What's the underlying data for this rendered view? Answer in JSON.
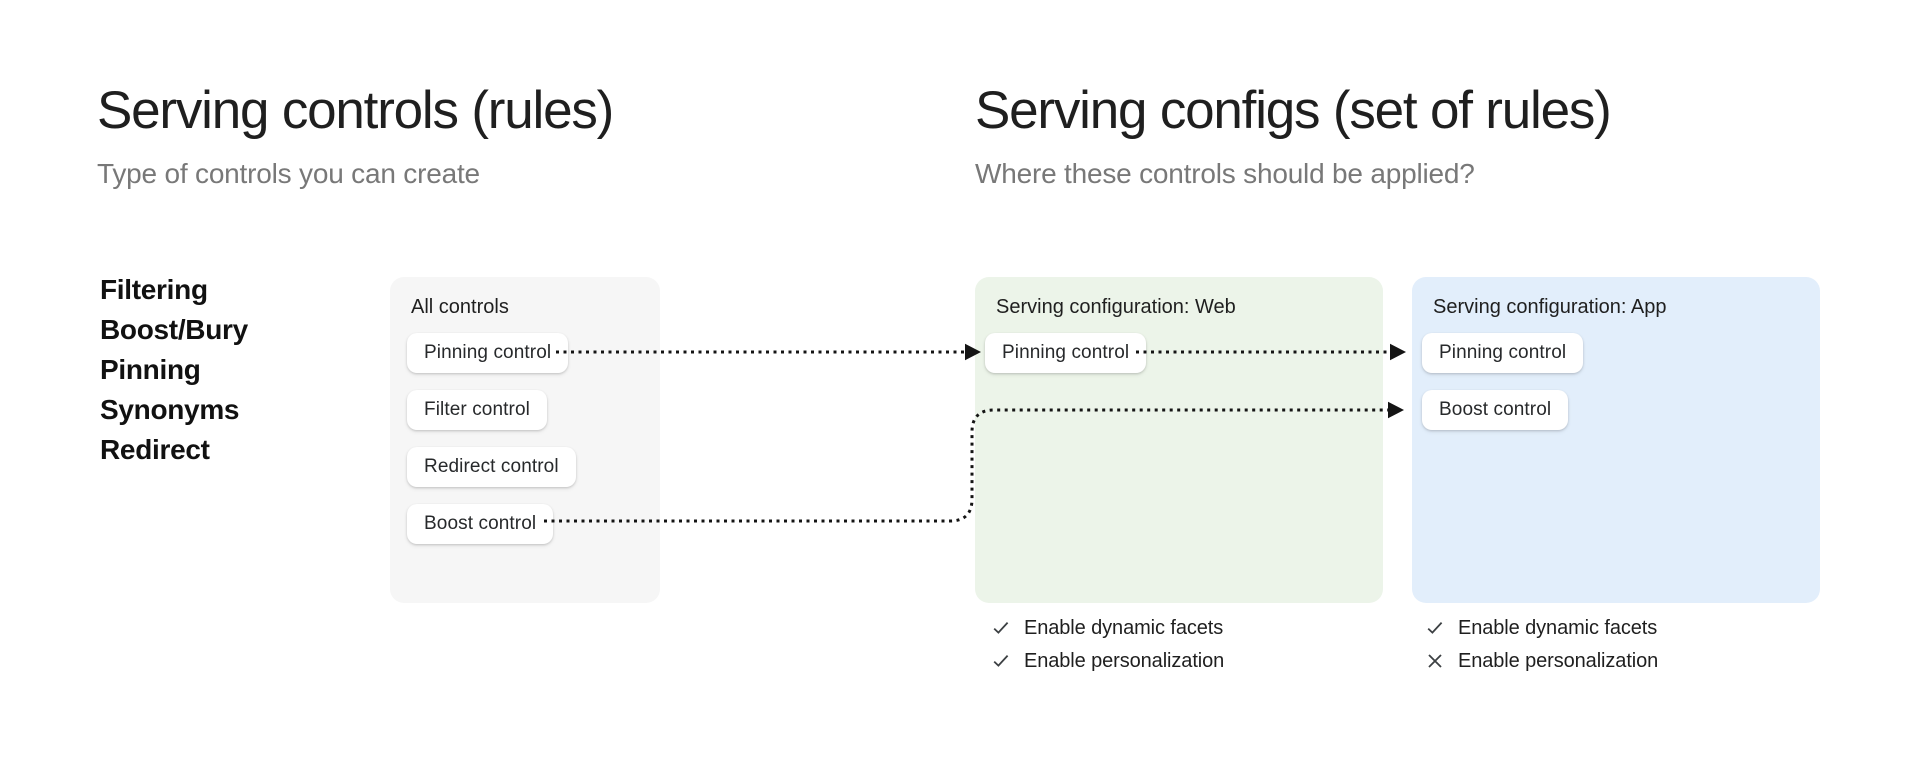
{
  "left_section": {
    "title": "Serving controls (rules)",
    "subtitle": "Type of controls you can create",
    "control_types": [
      "Filtering",
      "Boost/Bury",
      "Pinning",
      "Synonyms",
      "Redirect"
    ]
  },
  "right_section": {
    "title": "Serving configs (set of rules)",
    "subtitle": "Where these controls should be applied?"
  },
  "cards": {
    "all_controls": {
      "title": "All controls",
      "background": "#f6f6f6",
      "buttons": [
        "Pinning control",
        "Filter control",
        "Redirect control",
        "Boost control"
      ]
    },
    "web": {
      "title": "Serving configuration: Web",
      "background": "#ecf4e9",
      "buttons": [
        "Pinning control"
      ],
      "features": [
        {
          "icon": "check-icon",
          "label": "Enable dynamic facets"
        },
        {
          "icon": "check-icon",
          "label": "Enable personalization"
        }
      ]
    },
    "app": {
      "title": "Serving configuration: App",
      "background": "#e2eefb",
      "buttons": [
        "Pinning control",
        "Boost control"
      ],
      "features": [
        {
          "icon": "check-icon",
          "label": "Enable dynamic facets"
        },
        {
          "icon": "x-icon",
          "label": "Enable personalization"
        }
      ]
    }
  },
  "connections": [
    {
      "from": "all-controls-pinning-control",
      "to": "web-pinning-control",
      "style": "dotted-arrow"
    },
    {
      "from": "web-pinning-control",
      "to": "app-pinning-control",
      "style": "dotted-arrow"
    },
    {
      "from": "all-controls-boost-control",
      "to": "app-boost-control",
      "style": "dotted-arrow"
    }
  ],
  "colors": {
    "heading": "#1f1f1f",
    "subtitle": "#787878",
    "card_gray": "#f6f6f6",
    "card_green": "#ecf4e9",
    "card_blue": "#e2eefb",
    "chip_background": "#ffffff",
    "connector": "#141414",
    "feature_icon": "#3c4043"
  }
}
